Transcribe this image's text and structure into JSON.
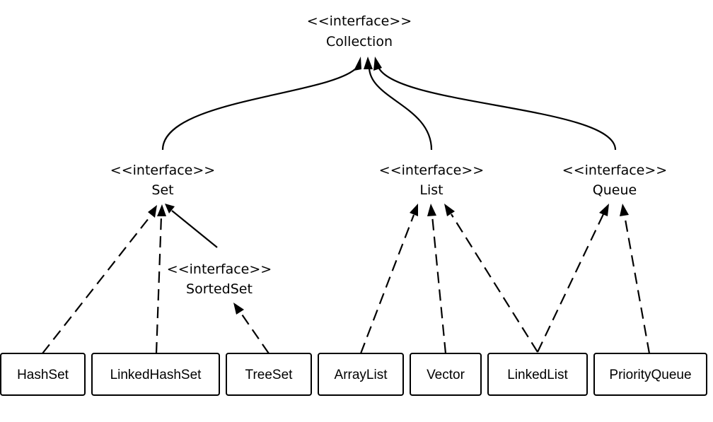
{
  "interfaces": {
    "collection": {
      "stereotype": "<<interface>>",
      "name": "Collection"
    },
    "set": {
      "stereotype": "<<interface>>",
      "name": "Set"
    },
    "list": {
      "stereotype": "<<interface>>",
      "name": "List"
    },
    "queue": {
      "stereotype": "<<interface>>",
      "name": "Queue"
    },
    "sortedset": {
      "stereotype": "<<interface>>",
      "name": "SortedSet"
    }
  },
  "classes": {
    "hashset": {
      "name": "HashSet"
    },
    "linkedhashset": {
      "name": "LinkedHashSet"
    },
    "treeset": {
      "name": "TreeSet"
    },
    "arraylist": {
      "name": "ArrayList"
    },
    "vector": {
      "name": "Vector"
    },
    "linkedlist": {
      "name": "LinkedList"
    },
    "priorityqueue": {
      "name": "PriorityQueue"
    }
  },
  "relationships": [
    {
      "from": "Set",
      "to": "Collection",
      "kind": "extends"
    },
    {
      "from": "List",
      "to": "Collection",
      "kind": "extends"
    },
    {
      "from": "Queue",
      "to": "Collection",
      "kind": "extends"
    },
    {
      "from": "SortedSet",
      "to": "Set",
      "kind": "extends"
    },
    {
      "from": "HashSet",
      "to": "Set",
      "kind": "implements"
    },
    {
      "from": "LinkedHashSet",
      "to": "Set",
      "kind": "implements"
    },
    {
      "from": "TreeSet",
      "to": "SortedSet",
      "kind": "implements"
    },
    {
      "from": "ArrayList",
      "to": "List",
      "kind": "implements"
    },
    {
      "from": "Vector",
      "to": "List",
      "kind": "implements"
    },
    {
      "from": "LinkedList",
      "to": "List",
      "kind": "implements"
    },
    {
      "from": "LinkedList",
      "to": "Queue",
      "kind": "implements"
    },
    {
      "from": "PriorityQueue",
      "to": "Queue",
      "kind": "implements"
    }
  ],
  "colors": {
    "line": "#000000",
    "background": "#ffffff"
  }
}
